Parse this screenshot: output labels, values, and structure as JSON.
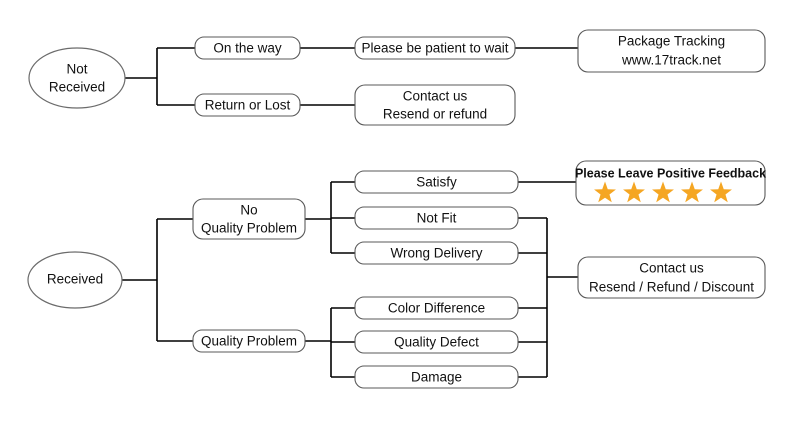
{
  "diagram": {
    "type": "flowchart",
    "title": "",
    "colors": {
      "background": "#ffffff",
      "node_fill": "#ffffff",
      "node_stroke": "#5a5a5a",
      "connector": "#000000",
      "text": "#111111",
      "star": "#F5A623"
    },
    "branches": [
      {
        "id": "not-received",
        "root": {
          "label": "Not\nReceived",
          "line1": "Not",
          "line2": "Received",
          "shape": "ellipse"
        },
        "nodes": [
          {
            "id": "on-the-way",
            "label": "On the way",
            "shape": "rounded-rect"
          },
          {
            "id": "please-be-patient",
            "label": "Please be patient to wait",
            "shape": "rounded-rect"
          },
          {
            "id": "package-tracking",
            "line1": "Package Tracking",
            "line2": "www.17track.net",
            "shape": "rounded-rect"
          },
          {
            "id": "return-or-lost",
            "label": "Return or Lost",
            "shape": "rounded-rect"
          },
          {
            "id": "contact-us-resend-refund",
            "line1": "Contact us",
            "line2": "Resend or refund",
            "shape": "rounded-rect"
          }
        ]
      },
      {
        "id": "received",
        "root": {
          "label": "Received",
          "shape": "ellipse"
        },
        "nodes": [
          {
            "id": "no-quality-problem",
            "line1": "No",
            "line2": "Quality Problem",
            "shape": "rounded-rect"
          },
          {
            "id": "satisfy",
            "label": "Satisfy",
            "shape": "rounded-rect"
          },
          {
            "id": "not-fit",
            "label": "Not Fit",
            "shape": "rounded-rect"
          },
          {
            "id": "wrong-delivery",
            "label": "Wrong Delivery",
            "shape": "rounded-rect"
          },
          {
            "id": "quality-problem",
            "label": "Quality Problem",
            "shape": "rounded-rect"
          },
          {
            "id": "color-difference",
            "label": "Color Difference",
            "shape": "rounded-rect"
          },
          {
            "id": "quality-defect",
            "label": "Quality Defect",
            "shape": "rounded-rect"
          },
          {
            "id": "damage",
            "label": "Damage",
            "shape": "rounded-rect"
          },
          {
            "id": "positive-feedback",
            "label": "Please Leave Positive Feedback",
            "stars": 5,
            "shape": "rounded-rect"
          },
          {
            "id": "contact-us-resend-refund-discount",
            "line1": "Contact us",
            "line2": "Resend / Refund / Discount",
            "shape": "rounded-rect"
          }
        ]
      }
    ]
  },
  "labels": {
    "not_received_l1": "Not",
    "not_received_l2": "Received",
    "on_the_way": "On the way",
    "please_be_patient": "Please be patient to wait",
    "package_tracking_l1": "Package Tracking",
    "package_tracking_l2": "www.17track.net",
    "return_or_lost": "Return or Lost",
    "contact_us_l1": "Contact us",
    "contact_us_l2": "Resend or refund",
    "received": "Received",
    "no_quality_problem_l1": "No",
    "no_quality_problem_l2": "Quality Problem",
    "satisfy": "Satisfy",
    "not_fit": "Not Fit",
    "wrong_delivery": "Wrong Delivery",
    "quality_problem": "Quality Problem",
    "color_difference": "Color Difference",
    "quality_defect": "Quality Defect",
    "damage": "Damage",
    "positive_feedback": "Please Leave Positive Feedback",
    "contact_us2_l1": "Contact us",
    "contact_us2_l2": "Resend / Refund / Discount"
  }
}
